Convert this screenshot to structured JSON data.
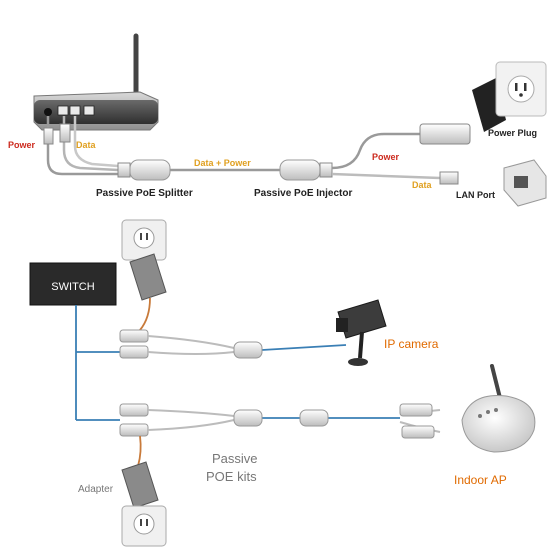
{
  "top": {
    "power_left": "Power",
    "data_left": "Data",
    "data_power": "Data + Power",
    "splitter": "Passive PoE Splitter",
    "injector": "Passive PoE Injector",
    "power_right": "Power",
    "data_right": "Data",
    "power_plug": "Power Plug",
    "lan_port": "LAN Port"
  },
  "bottom": {
    "switch": "SWITCH",
    "ip_camera": "IP camera",
    "passive": "Passive",
    "poe_kits": "POE kits",
    "indoor_ap": "Indoor AP",
    "adapter": "Adapter"
  },
  "colors": {
    "power": "#cc2a1e",
    "data": "#e0a020",
    "camera_label": "#e06a00",
    "ethernet": "#3a7fb5",
    "power_cable": "#c87a3a"
  }
}
